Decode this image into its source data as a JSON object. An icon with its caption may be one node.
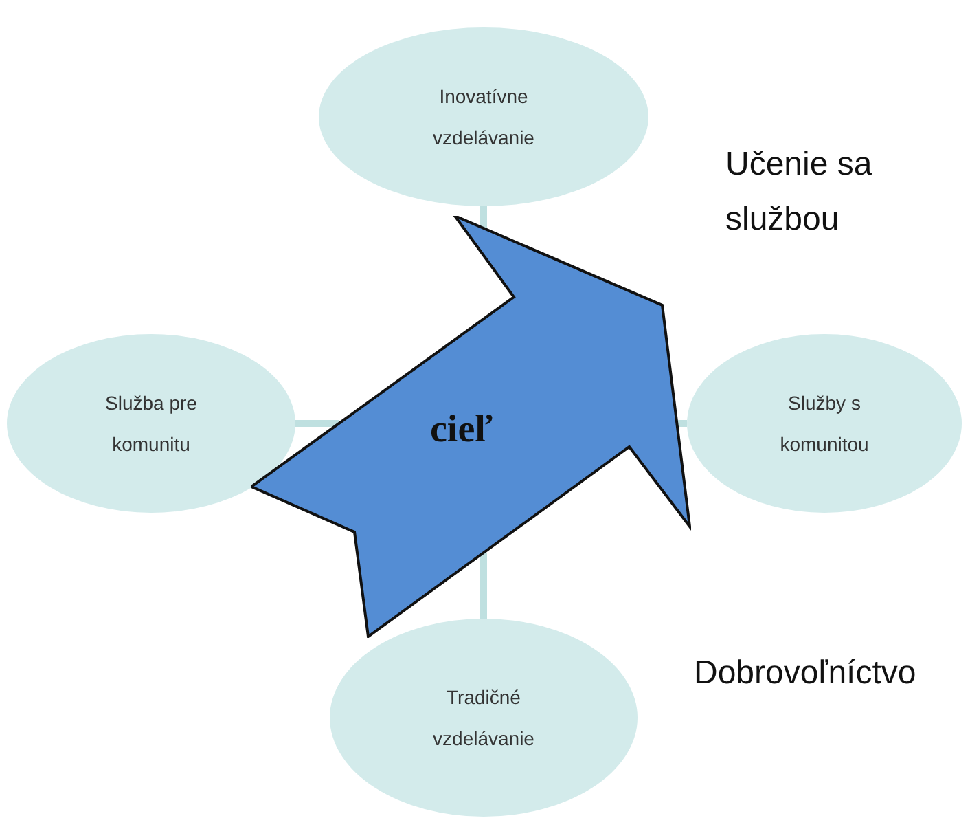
{
  "diagram": {
    "nodes": [
      {
        "text": [
          "Inovatívne vzdelávanie"
        ]
      },
      {
        "text": [
          "Služba pre komunitu"
        ]
      },
      {
        "text": [
          "cieľ"
        ]
      },
      {
        "text": [
          "Služby s komunitou"
        ]
      },
      {
        "text": [
          "Tradičné vzdelávanie"
        ]
      }
    ],
    "edges": [
      {
        "from": 0,
        "to": 2,
        "arrow": "none"
      },
      {
        "from": 1,
        "to": 2,
        "arrow": "none"
      },
      {
        "from": 2,
        "to": 3,
        "arrow": "none"
      },
      {
        "from": 2,
        "to": 4,
        "arrow": "none"
      }
    ],
    "labels": [
      "Učenie sa službou",
      "Dobrovoľníctvo"
    ]
  }
}
